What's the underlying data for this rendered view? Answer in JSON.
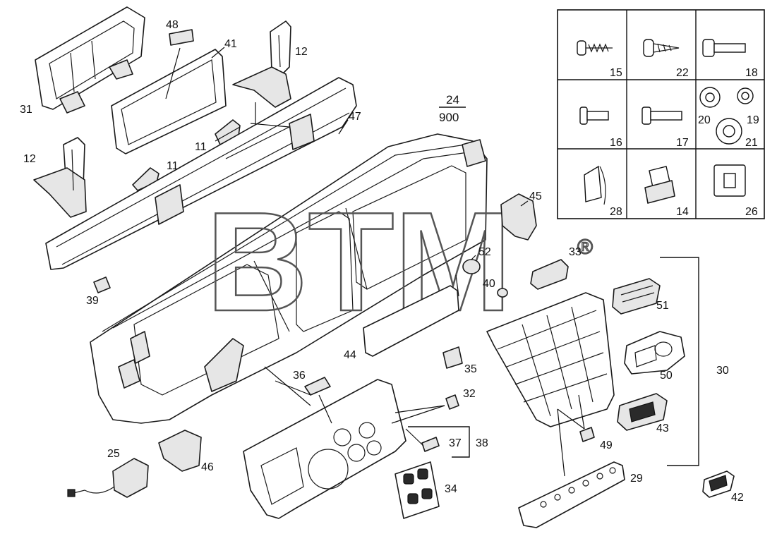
{
  "diagram": {
    "watermark": {
      "text": "BTM",
      "mark": "®"
    },
    "reference": {
      "top": "24",
      "bottom": "900"
    },
    "callouts": {
      "c31": "31",
      "c48": "48",
      "c41": "41",
      "c12a": "12",
      "c12b": "12",
      "c47": "47",
      "c11a": "11",
      "c11b": "11",
      "c39": "39",
      "c45": "45",
      "c52": "52",
      "c33": "33",
      "c40": "40",
      "c51": "51",
      "c44": "44",
      "c35": "35",
      "c36": "36",
      "c32": "32",
      "c37": "37",
      "c38": "38",
      "c50": "50",
      "c30": "30",
      "c43": "43",
      "c49": "49",
      "c25": "25",
      "c46": "46",
      "c34": "34",
      "c29": "29",
      "c42": "42"
    },
    "hardware_grid": {
      "cells": [
        {
          "label": "15",
          "icon": "pan-head-screw-icon"
        },
        {
          "label": "22",
          "icon": "self-tapping-screw-icon"
        },
        {
          "label": "18",
          "icon": "bolt-icon"
        },
        {
          "label": "16",
          "icon": "short-bolt-icon"
        },
        {
          "label": "17",
          "icon": "long-bolt-icon"
        },
        {
          "label": "20",
          "icon": "washer-icon"
        },
        {
          "label": "19",
          "icon": "small-washer-icon"
        },
        {
          "label": "21",
          "icon": "large-washer-icon"
        },
        {
          "label": "28",
          "icon": "spring-clip-icon"
        },
        {
          "label": "14",
          "icon": "rubber-plug-icon"
        },
        {
          "label": "26",
          "icon": "square-grommet-icon"
        }
      ]
    }
  }
}
